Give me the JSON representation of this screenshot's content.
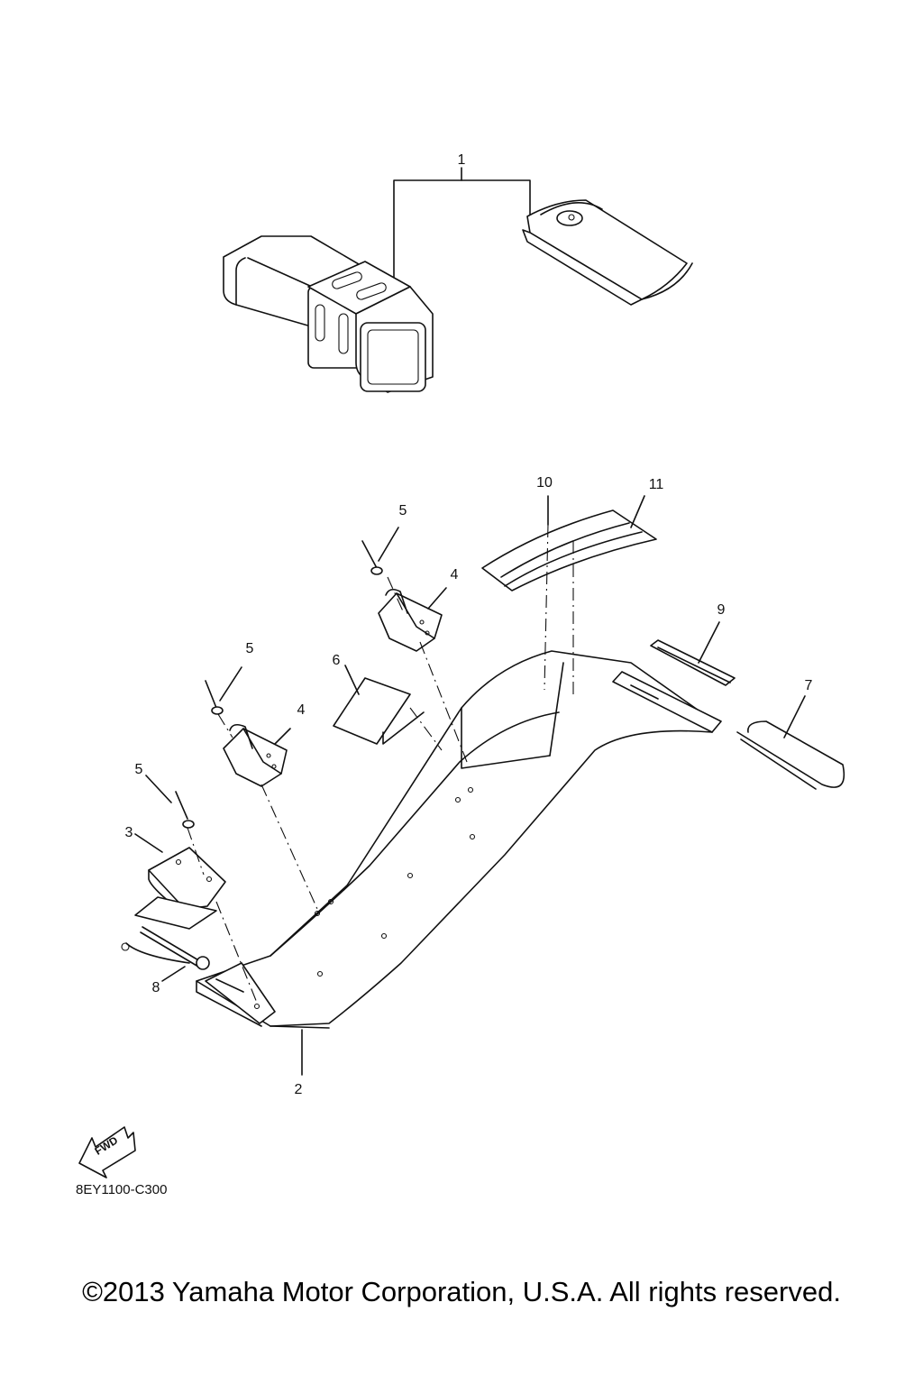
{
  "callouts": {
    "c1": "1",
    "c2": "2",
    "c3": "3",
    "c4a": "4",
    "c4b": "4",
    "c5a": "5",
    "c5b": "5",
    "c5c": "5",
    "c6": "6",
    "c7": "7",
    "c8": "8",
    "c9": "9",
    "c10": "10",
    "c11": "11"
  },
  "fwd_label": "FWD",
  "diagram_code": "8EY1100-C300",
  "copyright": "©2013 Yamaha Motor Corporation, U.S.A. All rights reserved."
}
